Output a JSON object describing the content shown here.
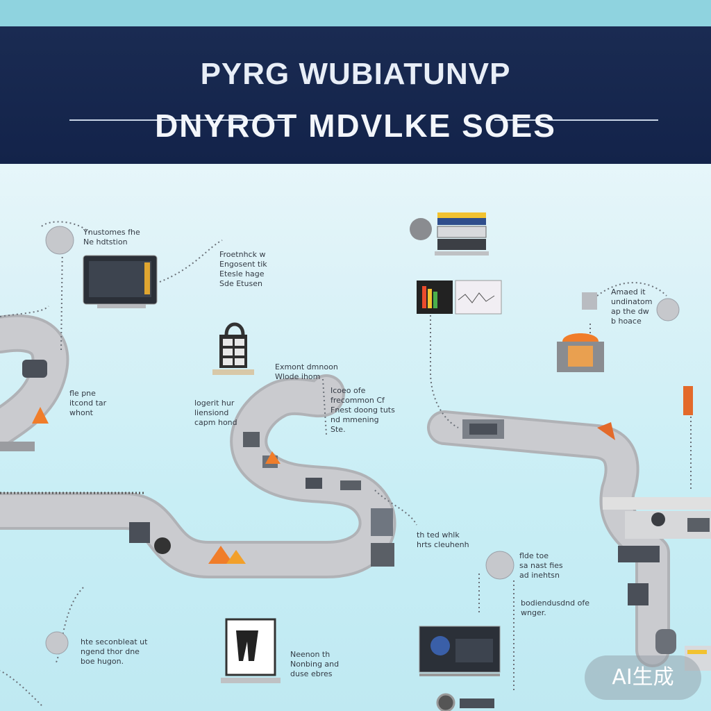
{
  "header": {
    "title_line1": "PYRG WUBIATUNVP",
    "title_line2": "DNYROT MDVLKE SOES"
  },
  "labels": [
    {
      "id": "l1",
      "text": "Ynustomes fhe\nNe hdtstion"
    },
    {
      "id": "l2",
      "text": "Froetnhck w\nEngosent tik\nEtesle hage\nSde Etusen"
    },
    {
      "id": "l3",
      "text": "Amaed it\nundinatom\nap the dw\nb hoace"
    },
    {
      "id": "l4",
      "text": "Exmont dmnoon\nWlode ihom"
    },
    {
      "id": "l5",
      "text": "fle pne\nitcond tar\nwhont"
    },
    {
      "id": "l6",
      "text": "logerit hur\nliensiond\ncapm hond"
    },
    {
      "id": "l7",
      "text": "Icoeo ofe\nfrecommon Cf\nFnest doong tuts\nnd mmening\nSte."
    },
    {
      "id": "l8",
      "text": "th ted whlk\nhrts cleuhenh"
    },
    {
      "id": "l9",
      "text": "flde toe\nsa nast fies\nad inehtsn"
    },
    {
      "id": "l10",
      "text": "bodiendusdnd ofe\nwnger."
    },
    {
      "id": "l11",
      "text": "hte seconbleat ut\nngend thor dne\nboe hugon."
    },
    {
      "id": "l12",
      "text": "Neenon th\nNonbing and\nduse ebres"
    }
  ],
  "watermark": "AI生成",
  "colors": {
    "banner": "#15254c",
    "road": "#c9c9cc",
    "road_edge": "#b0b2b6",
    "accent_orange": "#f07d2a",
    "accent_yellow": "#f2c230"
  },
  "icons": [
    "monitor-icon",
    "padlock-icon",
    "server-stack-icon",
    "chart-screen-icon",
    "factory-icon",
    "laptop-icon",
    "desktop-icon",
    "gear-icon"
  ]
}
